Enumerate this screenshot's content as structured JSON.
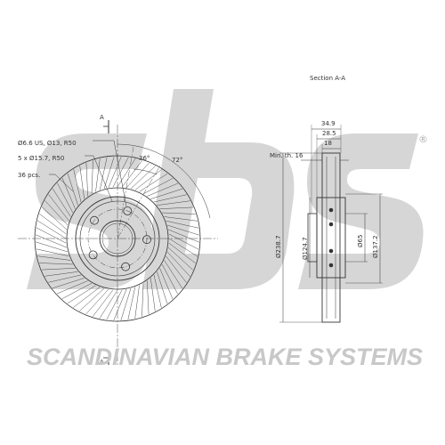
{
  "brand": {
    "logo_text": "sbs",
    "tagline": "SCANDINAVIAN BRAKE SYSTEMS",
    "registered_mark": "®",
    "watermark_color": "#c8c8c8"
  },
  "drawing": {
    "line_color": "#333333",
    "front_view": {
      "section_marker_top": "A",
      "section_marker_bottom": "A",
      "callouts": [
        "Ø6.6 US, Ø13, R50",
        "5 x Ø15.7, R50",
        "36 pcs."
      ],
      "angle_36": "36°",
      "angle_72": "72°"
    },
    "section_view": {
      "title": "Section A-A",
      "dim_34_9": "34.9",
      "dim_28_5": "28.5",
      "dim_18": "18",
      "min_thickness": "Min. th. 16",
      "dia_238_7": "Ø238.7",
      "dia_124_7": "Ø124.7",
      "dia_65": "Ø65",
      "dia_137_2": "Ø137.2"
    }
  }
}
